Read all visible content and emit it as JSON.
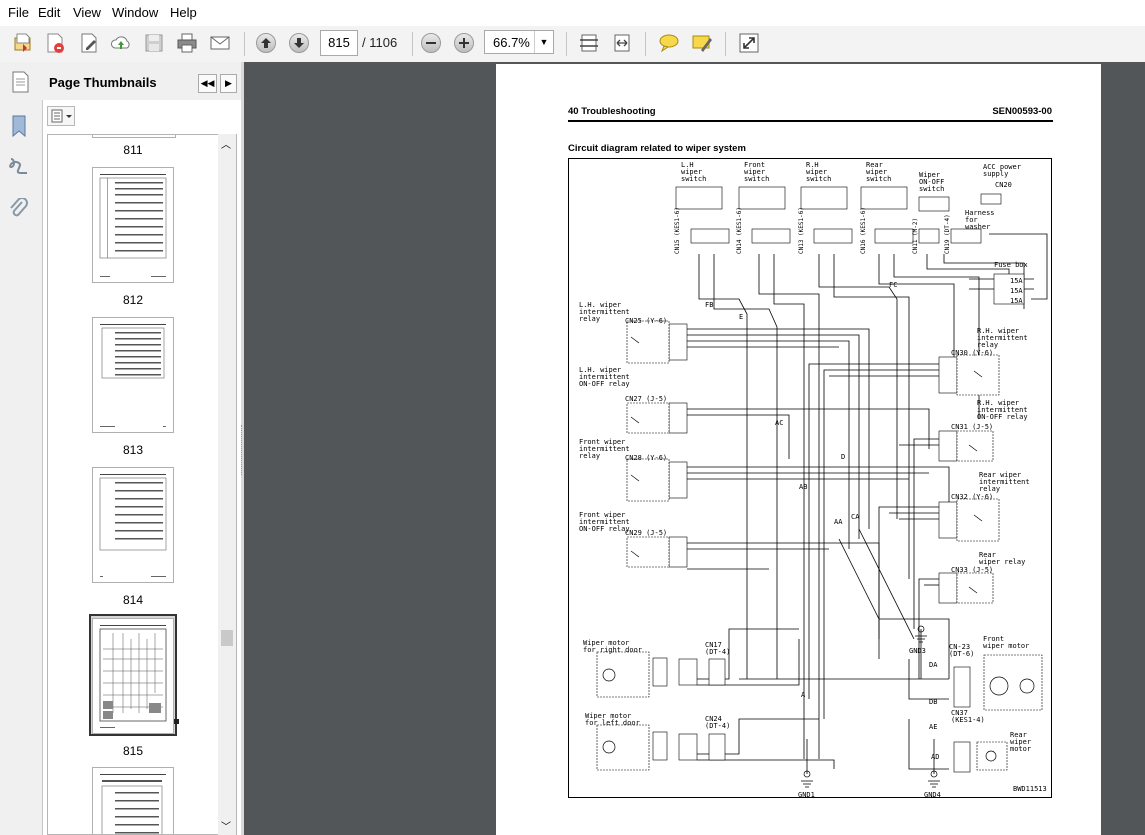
{
  "menu": [
    "File",
    "Edit",
    "View",
    "Window",
    "Help"
  ],
  "toolbar": {
    "current_page": "815",
    "total_pages": "/ 1106",
    "zoom": "66.7%"
  },
  "thumbnails_panel": {
    "title": "Page Thumbnails",
    "labels": [
      "811",
      "812",
      "813",
      "814",
      "815"
    ]
  },
  "document": {
    "header_left": "40 Troubleshooting",
    "header_right": "SEN00593-00",
    "section_title": "Circuit diagram related to wiper system",
    "diagram_labels": {
      "lh_switch": [
        "L.H",
        "wiper",
        "switch"
      ],
      "front_switch": [
        "Front",
        "wiper",
        "switch"
      ],
      "rh_switch": [
        "R.H",
        "wiper",
        "switch"
      ],
      "rear_switch": [
        "Rear",
        "wiper",
        "switch"
      ],
      "onoff_switch": [
        "Wiper",
        "ON-OFF",
        "switch"
      ],
      "acc_power": [
        "ACC power",
        "supply"
      ],
      "cn20": "CN20",
      "harness_washer": [
        "Harness",
        "for",
        "washer"
      ],
      "fuse_box": "Fuse box",
      "lh_int_relay": [
        "L.H. wiper",
        "intermittent",
        "relay"
      ],
      "cn25": "CN25 (Y-6)",
      "lh_onoff_relay": [
        "L.H. wiper",
        "intermittent",
        "ON-OFF relay"
      ],
      "cn27": "CN27 (J-5)",
      "front_int_relay": [
        "Front wiper",
        "intermittent",
        "relay"
      ],
      "cn28": "CN28 (Y-6)",
      "front_onoff_relay": [
        "Front wiper",
        "intermittent",
        "ON-OFF relay"
      ],
      "cn29": "CN29 (J-5)",
      "rh_int_relay": [
        "R.H. wiper",
        "intermittent",
        "relay"
      ],
      "cn30": "CN30 (Y-6)",
      "rh_onoff_relay": [
        "R.H. wiper",
        "intermittent",
        "ON-OFF relay"
      ],
      "cn31": "CN31 (J-5)",
      "rear_int_relay": [
        "Rear wiper",
        "intermittent",
        "relay"
      ],
      "cn32": "CN32 (Y-6)",
      "rear_relay": [
        "Rear",
        "wiper relay"
      ],
      "cn33": "CN33 (J-5)",
      "motor_right_door": [
        "Wiper motor",
        "for right door"
      ],
      "cn17": [
        "CN17",
        "(DT-4)"
      ],
      "motor_left_door": [
        "Wiper motor",
        "for left door"
      ],
      "cn24": [
        "CN24",
        "(DT-4)"
      ],
      "front_motor": [
        "Front",
        "wiper motor"
      ],
      "cn23": [
        "CN-23",
        "(DT-6)"
      ],
      "cn37": [
        "CN37",
        "(KES1-4)"
      ],
      "rear_motor": [
        "Rear",
        "wiper",
        "motor"
      ],
      "gnd1": "GND1",
      "gnd3": "GND3",
      "gnd4": "GND4",
      "drawing_no": "BWD11513",
      "fuse": "15A",
      "switch_connectors": [
        "CN15 (KES1-6)",
        "CN14 (KES1-6)",
        "CN13 (KES1-6)",
        "CN16 (KES1-6)",
        "CN11 (M-2)",
        "CN19 (DT-4)"
      ],
      "junctions": [
        "FB",
        "E",
        "FC",
        "AC",
        "D",
        "AB",
        "AA",
        "CA",
        "DA",
        "DB",
        "A",
        "AE",
        "AD"
      ]
    }
  },
  "colors": {
    "doc_background": "#525659",
    "toolbar_bg": "#f3f3f3"
  }
}
